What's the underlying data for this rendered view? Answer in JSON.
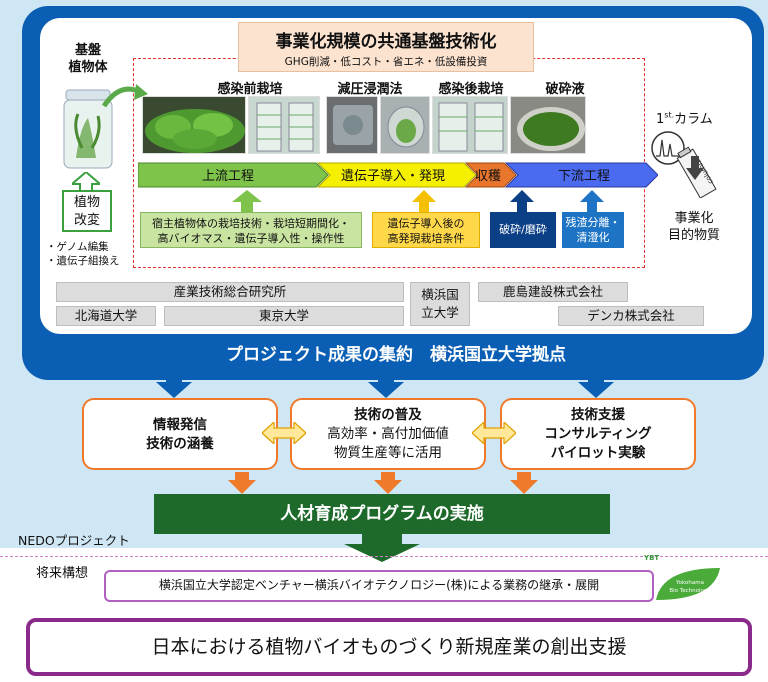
{
  "top": {
    "title": "事業化規模の共通基盤技術化",
    "subtitle": "GHG削減・低コスト・省エネ・低設備投資",
    "base_plant": [
      "基盤",
      "植物体"
    ],
    "modify_box": [
      "植物",
      "改変"
    ],
    "modify_notes": [
      "・ゲノム編集",
      "・遺伝子組換え"
    ],
    "stages": [
      "感染前栽培",
      "減圧浸潤法",
      "感染後栽培",
      "破砕液"
    ],
    "column_label": "1",
    "column_sup": "st.",
    "column_word": "カラム",
    "column_tube": "column",
    "product": [
      "事業化",
      "目的物質"
    ],
    "process": [
      "上流工程",
      "遺伝子導入・発現",
      "収穫",
      "下流工程"
    ],
    "detail_green": [
      "宿主植物体の栽培技術・栽培短期間化・",
      "高バイオマス・遺伝子導入性・操作性"
    ],
    "detail_yellow": [
      "遺伝子導入後の",
      "高発現栽培条件"
    ],
    "detail_crush": "破砕/磨砕",
    "detail_sep": [
      "残渣分離・",
      "清澄化"
    ],
    "institutions": {
      "aist": "産業技術総合研究所",
      "hokkaido": "北海道大学",
      "tokyo": "東京大学",
      "ynu": [
        "横浜国",
        "立大学"
      ],
      "kajima": "鹿島建設株式会社",
      "denka": "デンカ株式会社"
    }
  },
  "project_banner": "プロジェクト成果の集約　横浜国立大学拠点",
  "outcomes": [
    [
      "情報発信",
      "技術の涵養"
    ],
    [
      "技術の普及",
      "高効率・高付加価値",
      "物質生産等に活用"
    ],
    [
      "技術支援",
      "コンサルティング",
      "パイロット実験"
    ]
  ],
  "training": "人材育成プログラムの実施",
  "nedo_label": "NEDOプロジェクト",
  "future_label": "将来構想",
  "future_text": "横浜国立大学認定ベンチャー横浜バイオテクノロジー(株)による業務の継承・展開",
  "ybt_logo": "YBT",
  "ybt_leaf": [
    "Yokohama",
    "Bio Technology"
  ],
  "bottom_text": "日本における植物バイオものづくり新規産業の創出支援",
  "colors": {
    "blue": "#0a5fb4",
    "orange": "#f07a2c",
    "green": "#1e6a2a",
    "purple": "#8a2a8a"
  }
}
